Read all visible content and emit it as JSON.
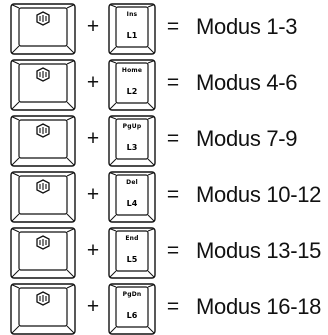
{
  "operators": {
    "plus": "+",
    "equals": "="
  },
  "rows": [
    {
      "fn_key": {
        "top": "Ins",
        "bottom": "L1"
      },
      "mode": "Modus 1-3"
    },
    {
      "fn_key": {
        "top": "Home",
        "bottom": "L2"
      },
      "mode": "Modus 4-6"
    },
    {
      "fn_key": {
        "top": "PgUp",
        "bottom": "L3"
      },
      "mode": "Modus 7-9"
    },
    {
      "fn_key": {
        "top": "Del",
        "bottom": "L4"
      },
      "mode": "Modus 10-12"
    },
    {
      "fn_key": {
        "top": "End",
        "bottom": "L5"
      },
      "mode": "Modus 13-15"
    },
    {
      "fn_key": {
        "top": "PgDn",
        "bottom": "L6"
      },
      "mode": "Modus 16-18"
    }
  ],
  "icons": {
    "main_key_logo": "brand-logo-icon"
  }
}
